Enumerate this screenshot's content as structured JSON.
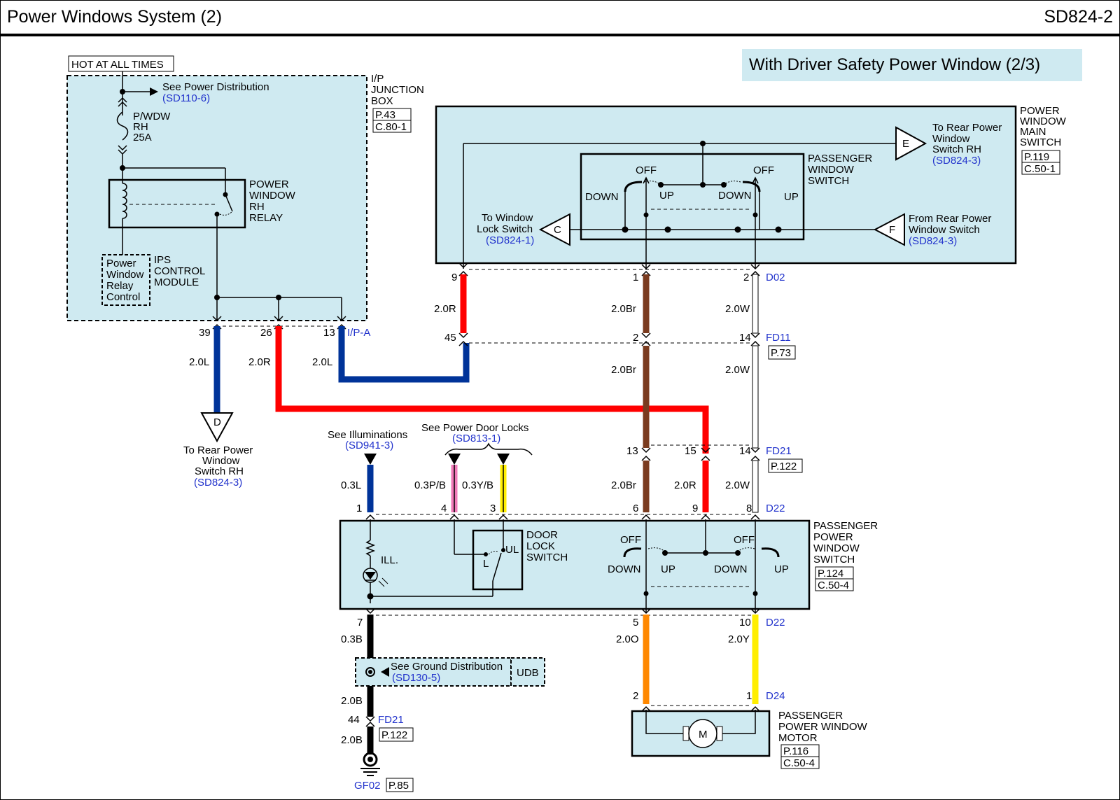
{
  "header": {
    "title": "Power Windows System (2)",
    "code": "SD824-2"
  },
  "banner": "With Driver Safety Power Window (2/3)",
  "ip_box": {
    "hot": "HOT AT ALL TIMES",
    "see_power": "See Power Distribution",
    "see_power_ref": "(SD110-6)",
    "fuse": [
      "P/WDW",
      "RH",
      "25A"
    ],
    "name": [
      "I/P",
      "JUNCTION",
      "BOX"
    ],
    "page": "P.43",
    "conn": "C.80-1",
    "relay": [
      "POWER",
      "WINDOW",
      "RH",
      "RELAY"
    ],
    "ips": [
      "IPS",
      "CONTROL",
      "MODULE"
    ],
    "relay_ctrl": [
      "Power",
      "Window",
      "Relay",
      "Control"
    ],
    "pins": [
      "39",
      "26",
      "13"
    ],
    "conn_id": "I/P-A",
    "wires": [
      "2.0L",
      "2.0R",
      "2.0L"
    ]
  },
  "rear_switch_d": {
    "label": "D",
    "text": [
      "To Rear Power",
      "Window",
      "Switch RH"
    ],
    "ref": "(SD824-3)"
  },
  "main_switch": {
    "name": [
      "POWER",
      "WINDOW",
      "MAIN",
      "SWITCH"
    ],
    "page": "P.119",
    "conn": "C.50-1",
    "pass_sw": [
      "PASSENGER",
      "WINDOW",
      "SWITCH"
    ],
    "off": "OFF",
    "down": "DOWN",
    "up": "UP",
    "to_rear": [
      "To Rear Power",
      "Window",
      "Switch RH"
    ],
    "to_rear_ref": "(SD824-3)",
    "from_rear": [
      "From Rear Power",
      "Window Switch"
    ],
    "from_rear_ref": "(SD824-3)",
    "to_lock": [
      "To Window",
      "Lock Switch"
    ],
    "to_lock_ref": "(SD824-1)",
    "conn_e": "E",
    "conn_f": "F",
    "conn_c": "C"
  },
  "connectors": {
    "d02": {
      "id": "D02",
      "pins": [
        "9",
        "1",
        "2"
      ]
    },
    "fd11": {
      "id": "FD11",
      "pins": [
        "45",
        "2",
        "14"
      ],
      "page": "P.73"
    },
    "fd21": {
      "id": "FD21",
      "pins": [
        "13",
        "15",
        "14"
      ],
      "page": "P.122"
    },
    "d22_top": {
      "id": "D22",
      "pins": [
        "1",
        "4",
        "3",
        "6",
        "9",
        "8"
      ]
    },
    "d22_bot": {
      "id": "D22",
      "pins": [
        "7",
        "5",
        "10"
      ]
    },
    "d24": {
      "id": "D24",
      "pins": [
        "2",
        "1"
      ]
    },
    "fd21_gnd": {
      "id": "FD21",
      "pin": "44",
      "page": "P.122"
    },
    "gf02": {
      "id": "GF02",
      "page": "P.85"
    }
  },
  "wires": {
    "r20": "2.0R",
    "br20": "2.0Br",
    "w20": "2.0W",
    "l03": "0.3L",
    "pb03": "0.3P/B",
    "yb03": "0.3Y/B",
    "b03": "0.3B",
    "o20": "2.0O",
    "y20": "2.0Y",
    "b20": "2.0B"
  },
  "see_illum": {
    "text": "See Illuminations",
    "ref": "(SD941-3)"
  },
  "see_locks": {
    "text": "See Power Door Locks",
    "ref": "(SD813-1)"
  },
  "pass_switch": {
    "name": [
      "PASSENGER",
      "POWER",
      "WINDOW",
      "SWITCH"
    ],
    "page": "P.124",
    "conn": "C.50-4",
    "ill": "ILL.",
    "door_lock": [
      "DOOR",
      "LOCK",
      "SWITCH"
    ],
    "l": "L",
    "ul": "UL"
  },
  "ground_dist": {
    "text": "See Ground Distribution",
    "ref": "(SD130-5)",
    "udb": "UDB"
  },
  "motor": {
    "name": [
      "PASSENGER",
      "POWER WINDOW",
      "MOTOR"
    ],
    "page": "P.116",
    "conn": "C.50-4",
    "m": "M"
  },
  "colors": {
    "red": "#ff0000",
    "blue": "#003399",
    "brown": "#7a3b1f",
    "white": "#ffffff",
    "orange": "#ff8800",
    "yellow": "#ffee00",
    "pink": "#f07ab8",
    "black": "#000000",
    "panel": "#cfeaf1",
    "ref": "#2233cc"
  }
}
